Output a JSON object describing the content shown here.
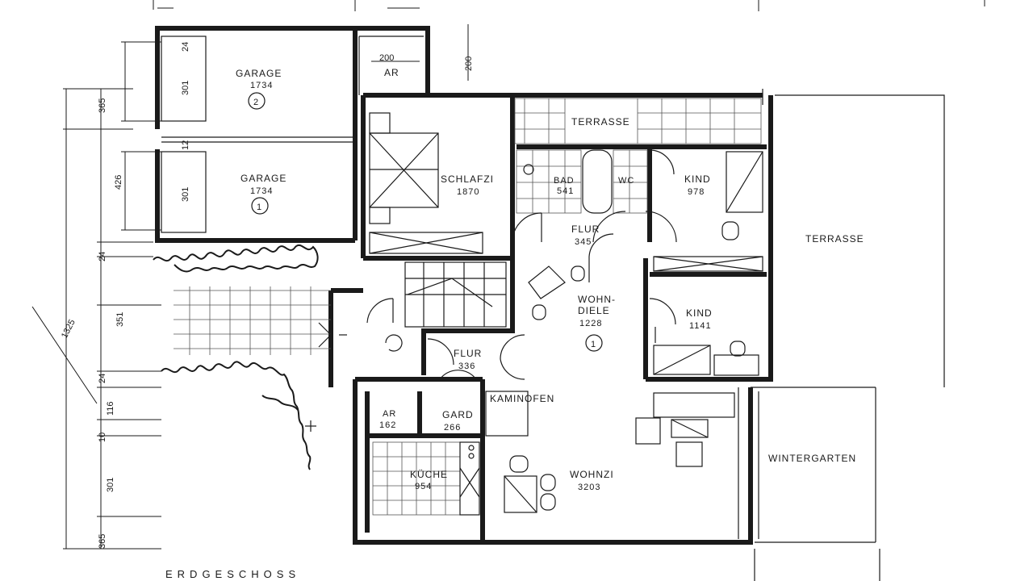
{
  "plan": {
    "title": "ERDGESCHOSS",
    "rooms": {
      "garage_2": {
        "name": "GARAGE",
        "area": "1734",
        "marker": "2"
      },
      "garage_1": {
        "name": "GARAGE",
        "area": "1734",
        "marker": "1"
      },
      "ar_top": {
        "name": "AR"
      },
      "terrasse_top": {
        "name": "TERRASSE"
      },
      "terrasse_right": {
        "name": "TERRASSE"
      },
      "schlafzi": {
        "name": "SCHLAFZI",
        "area": "1870"
      },
      "bad": {
        "name": "BAD",
        "area": "541"
      },
      "wc": {
        "name": "WC"
      },
      "kind_top": {
        "name": "KIND",
        "area": "978"
      },
      "flur_top": {
        "name": "FLUR",
        "area": "345"
      },
      "wohndiele": {
        "name_line1": "WOHN-",
        "name_line2": "DIELE",
        "area": "1228",
        "marker": "1"
      },
      "kind_mid": {
        "name": "KIND",
        "area": "1141"
      },
      "flur_mid": {
        "name": "FLUR",
        "area": "336"
      },
      "kaminofen": {
        "name": "KAMINOFEN"
      },
      "ar_small": {
        "name": "AR",
        "area": "162"
      },
      "gard": {
        "name": "GARD",
        "area": "266"
      },
      "kuche": {
        "name": "KÜCHE",
        "area": "954"
      },
      "wohnzi": {
        "name": "WOHNZI",
        "area": "3203"
      },
      "wintergarten": {
        "name": "WINTERGARTEN"
      }
    },
    "dimensions": {
      "garage_top_24": "24",
      "garage_top_301": "301",
      "garage_mid_12": "12",
      "garage_low_301": "301",
      "ar_200": "200",
      "top_200": "200",
      "left_365_top": "365",
      "left_426": "426",
      "left_24_a": "24",
      "left_1325": "1325",
      "left_351": "351",
      "left_24_b": "24",
      "left_116": "116",
      "left_10": "10",
      "left_301": "301",
      "left_365_bottom": "365"
    }
  }
}
